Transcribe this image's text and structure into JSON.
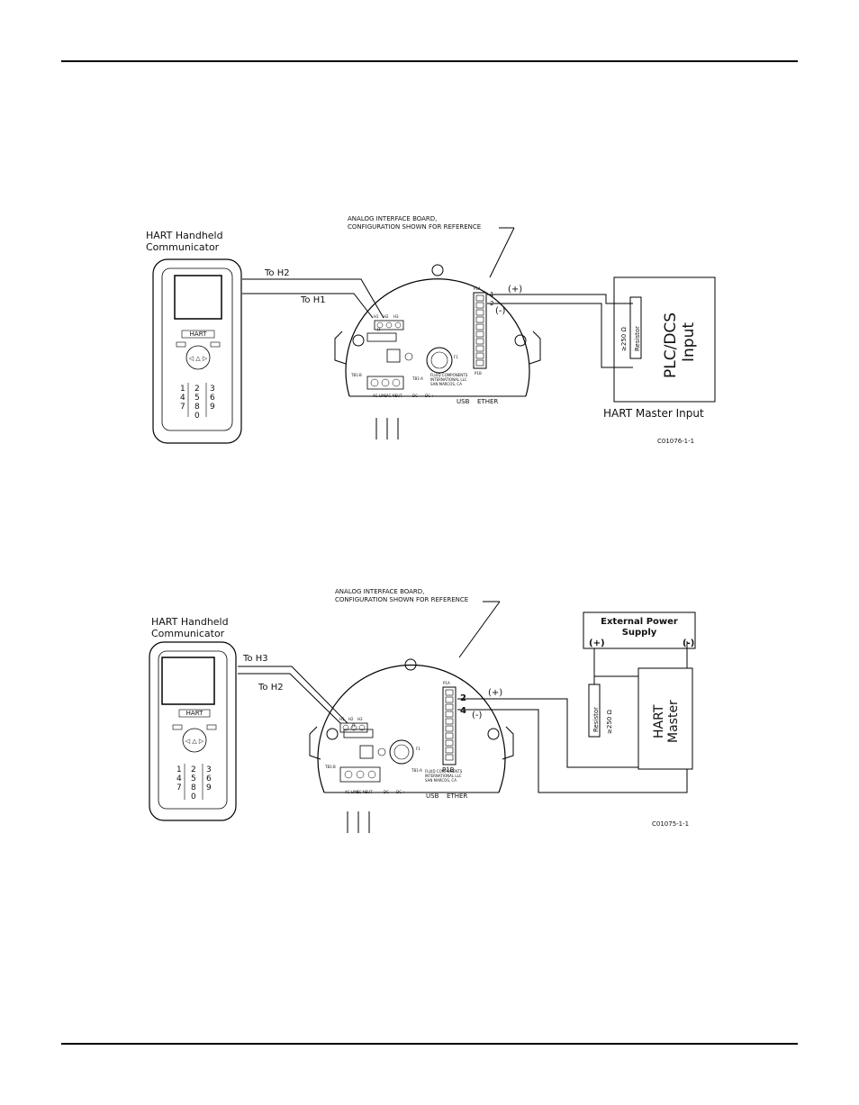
{
  "diagram1": {
    "callout": [
      "ANALOG INTERFACE BOARD,",
      "CONFIGURATION SHOWN FOR REFERENCE"
    ],
    "handheld_title": [
      "HART Handheld",
      "Communicator"
    ],
    "wire_a": "To H2",
    "wire_b": "To H1",
    "plus": "(+)",
    "minus": "(-)",
    "pin_a": "1",
    "pin_b": "2",
    "resistor": "Resistor",
    "resistor_value": "≥250 Ω",
    "box_label": [
      "PLC/DCS",
      "Input"
    ],
    "box_caption": "HART Master Input",
    "code": "C01076-1-1",
    "hart_terminals": [
      "H1",
      "H2",
      "H3"
    ]
  },
  "diagram2": {
    "callout": [
      "ANALOG INTERFACE BOARD,",
      "CONFIGURATION SHOWN FOR REFERENCE"
    ],
    "handheld_title": [
      "HART Handheld",
      "Communicator"
    ],
    "wire_a": "To H3",
    "wire_b": "To H2",
    "plus": "(+)",
    "minus": "(-)",
    "pin_a": "2",
    "pin_b": "4",
    "resistor": "Resistor",
    "resistor_value": "≥250 Ω",
    "power_supply": [
      "External Power",
      "Supply"
    ],
    "ps_plus": "(+)",
    "ps_minus": "(-)",
    "master": [
      "HART",
      "Master"
    ],
    "code": "C01075-1-1",
    "hart_terminals": [
      "H1",
      "H2",
      "H3"
    ]
  },
  "device": {
    "brand": "HART",
    "keypad": [
      "1",
      "2",
      "3",
      "4",
      "5",
      "6",
      "7",
      "8",
      "9",
      "0"
    ]
  },
  "board": {
    "p1a": "P1A",
    "p1b": "P1B",
    "j1": "J1",
    "f1": "F1",
    "tb1b": "TB1-B",
    "tb1a": "TB1-A",
    "usb": "USB",
    "ether": "ETHER",
    "maker": [
      "FLUID COMPONENTS",
      "INTERNATIONAL LLC",
      "SAN MARCOS, CA"
    ],
    "terminals": [
      "AC LINE",
      "AC NEUT",
      "DC -",
      "DC +"
    ]
  }
}
